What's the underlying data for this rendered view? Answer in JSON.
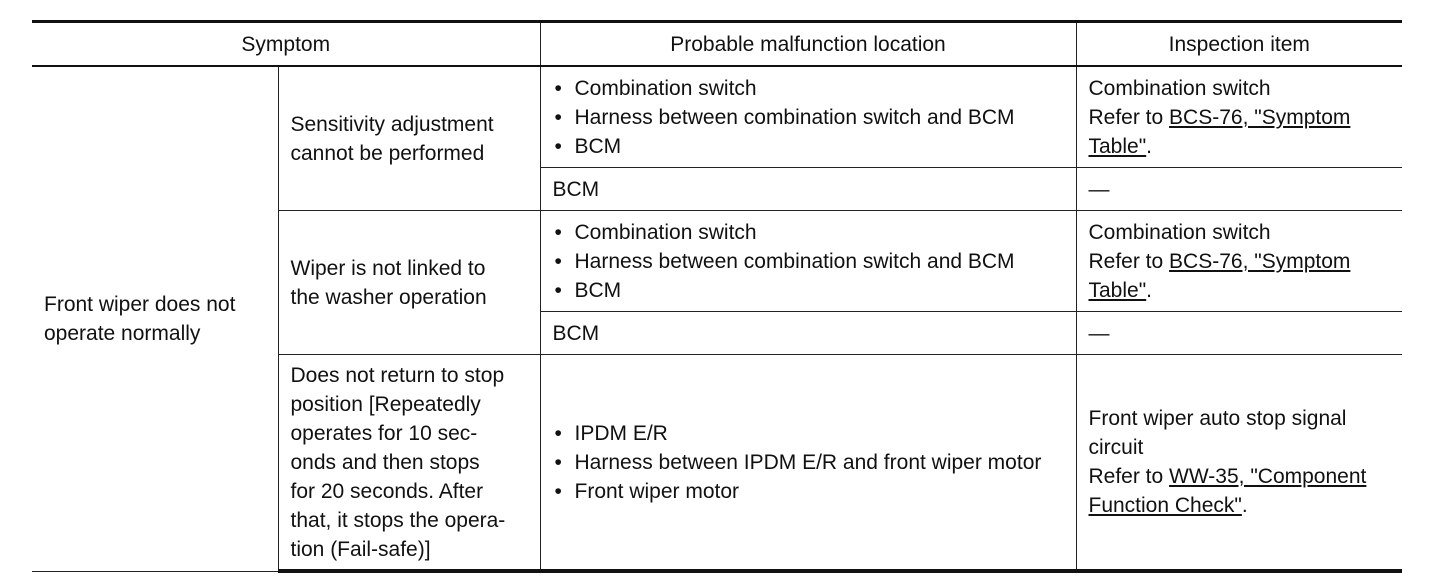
{
  "header": {
    "symptom": "Symptom",
    "location": "Probable malfunction location",
    "inspection": "Inspection item"
  },
  "main_symptom": [
    "Front wiper does not",
    "operate normally"
  ],
  "groups": [
    {
      "sub_symptom": [
        "Sensitivity adjustment",
        "cannot be performed"
      ],
      "rows": [
        {
          "locations": [
            "Combination switch",
            "Harness between combination switch and BCM",
            "BCM"
          ],
          "inspection": {
            "line1": "Combination switch",
            "refer_prefix": "Refer to ",
            "link": "BCS-76, \"Symptom Table\"",
            "suffix": "."
          }
        },
        {
          "location": "BCM",
          "inspection_dash": "—"
        }
      ]
    },
    {
      "sub_symptom": [
        "Wiper is not linked to",
        "the washer operation"
      ],
      "rows": [
        {
          "locations": [
            "Combination switch",
            "Harness between combination switch and BCM",
            "BCM"
          ],
          "inspection": {
            "line1": "Combination switch",
            "refer_prefix": "Refer to ",
            "link": "BCS-76, \"Symptom Table\"",
            "suffix": "."
          }
        },
        {
          "location": "BCM",
          "inspection_dash": "—"
        }
      ]
    },
    {
      "sub_symptom": [
        "Does not return to stop",
        "position [Repeatedly",
        "operates for 10 sec-",
        "onds and then stops",
        "for 20 seconds. After",
        "that, it stops the opera-",
        "tion (Fail-safe)]"
      ],
      "rows": [
        {
          "locations": [
            "IPDM E/R",
            "Harness between IPDM E/R and front wiper motor",
            "Front wiper motor"
          ],
          "inspection": {
            "line1": "Front wiper auto stop signal circuit",
            "refer_prefix": "Refer to ",
            "link": "WW-35, \"Component Function Check\"",
            "suffix": "."
          }
        }
      ]
    }
  ]
}
